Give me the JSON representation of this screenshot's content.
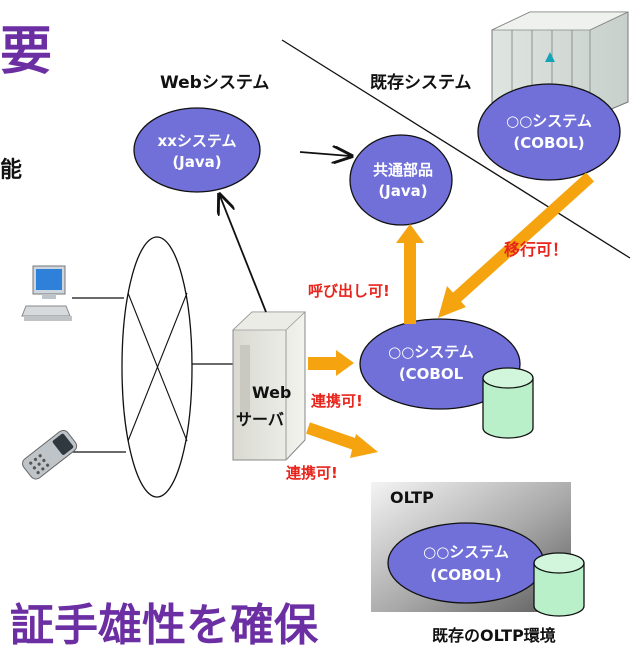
{
  "title_fragment": "要",
  "left_fragment": "能",
  "bottom_fragment": "証手雄性を確保",
  "labels": {
    "web_system": "Webシステム",
    "existing_system": "既存システム",
    "web_server_1": "Web",
    "web_server_2": "サーバ",
    "oltp": "OLTP",
    "existing_oltp": "既存のOLTP環境"
  },
  "nodes": {
    "xx_system": {
      "line1": "xxシステム",
      "line2": "(Java)"
    },
    "common_parts": {
      "line1": "共通部品",
      "line2": "(Java)"
    },
    "mainframe_system": {
      "line1": "○○システム",
      "line2": "(COBOL)"
    },
    "center_system": {
      "line1": "○○システム",
      "line2": "(COBOL"
    },
    "oltp_system": {
      "line1": "○○システム",
      "line2": "(COBOL)"
    }
  },
  "annotations": {
    "migratable": "移行可！",
    "callable": "呼び出し可!",
    "link1": "連携可!",
    "link2": "連携可!"
  },
  "colors": {
    "title_purple": "#6b2fa3",
    "node_fill": "#7070d8",
    "node_text": "#ffffff",
    "arrow_orange": "#f5a40f",
    "annotation_red": "#e8251c",
    "db_fill": "#b9efc9"
  }
}
